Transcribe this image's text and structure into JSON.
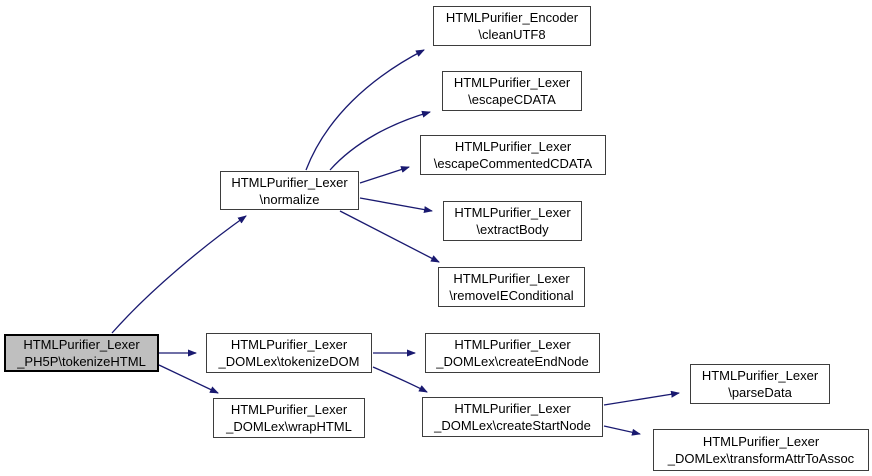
{
  "diagram": {
    "type": "call-graph",
    "colors": {
      "edge": "#191970",
      "node_border": "#3d3d3d",
      "node_fill": "#ffffff",
      "highlight_fill": "#bfbfbf",
      "text": "#000000"
    },
    "nodes": [
      {
        "id": "tokenizeHTML",
        "line1": "HTMLPurifier_Lexer",
        "line2": "_PH5P\\tokenizeHTML",
        "highlighted": true
      },
      {
        "id": "normalize",
        "line1": "HTMLPurifier_Lexer",
        "line2": "\\normalize",
        "highlighted": false
      },
      {
        "id": "cleanUTF8",
        "line1": "HTMLPurifier_Encoder",
        "line2": "\\cleanUTF8",
        "highlighted": false
      },
      {
        "id": "escapeCDATA",
        "line1": "HTMLPurifier_Lexer",
        "line2": "\\escapeCDATA",
        "highlighted": false
      },
      {
        "id": "escapeCommentedCDATA",
        "line1": "HTMLPurifier_Lexer",
        "line2": "\\escapeCommentedCDATA",
        "highlighted": false
      },
      {
        "id": "extractBody",
        "line1": "HTMLPurifier_Lexer",
        "line2": "\\extractBody",
        "highlighted": false
      },
      {
        "id": "removeIEConditional",
        "line1": "HTMLPurifier_Lexer",
        "line2": "\\removeIEConditional",
        "highlighted": false
      },
      {
        "id": "tokenizeDOM",
        "line1": "HTMLPurifier_Lexer",
        "line2": "_DOMLex\\tokenizeDOM",
        "highlighted": false
      },
      {
        "id": "wrapHTML",
        "line1": "HTMLPurifier_Lexer",
        "line2": "_DOMLex\\wrapHTML",
        "highlighted": false
      },
      {
        "id": "createEndNode",
        "line1": "HTMLPurifier_Lexer",
        "line2": "_DOMLex\\createEndNode",
        "highlighted": false
      },
      {
        "id": "createStartNode",
        "line1": "HTMLPurifier_Lexer",
        "line2": "_DOMLex\\createStartNode",
        "highlighted": false
      },
      {
        "id": "parseData",
        "line1": "HTMLPurifier_Lexer",
        "line2": "\\parseData",
        "highlighted": false
      },
      {
        "id": "transformAttrToAssoc",
        "line1": "HTMLPurifier_Lexer",
        "line2": "_DOMLex\\transformAttrToAssoc",
        "highlighted": false
      }
    ],
    "edges": [
      {
        "from": "tokenizeHTML",
        "to": "normalize"
      },
      {
        "from": "tokenizeHTML",
        "to": "tokenizeDOM"
      },
      {
        "from": "tokenizeHTML",
        "to": "wrapHTML"
      },
      {
        "from": "normalize",
        "to": "cleanUTF8"
      },
      {
        "from": "normalize",
        "to": "escapeCDATA"
      },
      {
        "from": "normalize",
        "to": "escapeCommentedCDATA"
      },
      {
        "from": "normalize",
        "to": "extractBody"
      },
      {
        "from": "normalize",
        "to": "removeIEConditional"
      },
      {
        "from": "tokenizeDOM",
        "to": "createEndNode"
      },
      {
        "from": "tokenizeDOM",
        "to": "createStartNode"
      },
      {
        "from": "createStartNode",
        "to": "parseData"
      },
      {
        "from": "createStartNode",
        "to": "transformAttrToAssoc"
      }
    ]
  }
}
